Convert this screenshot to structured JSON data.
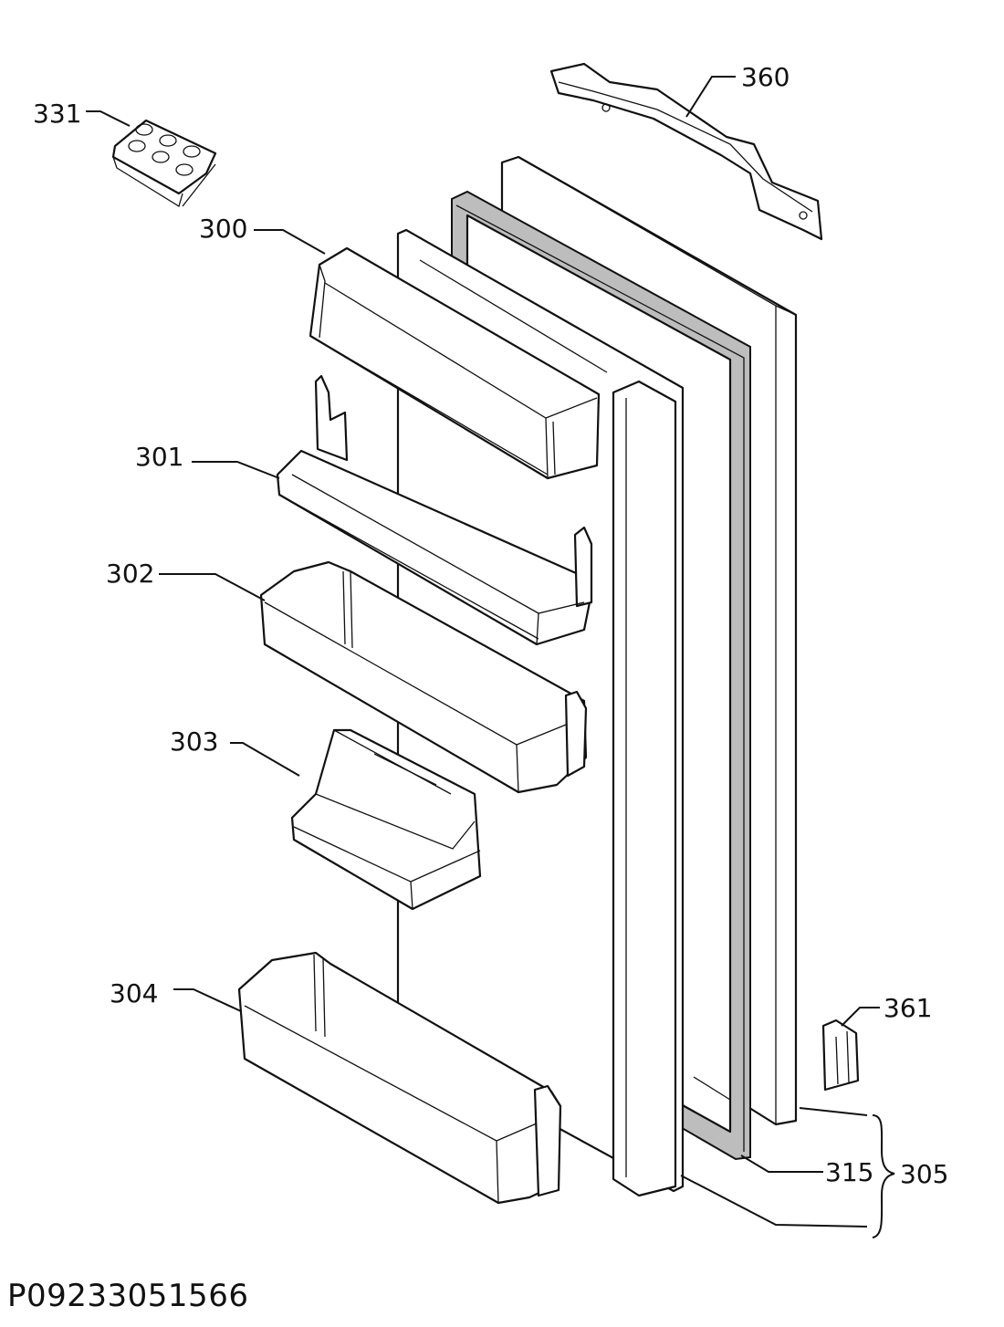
{
  "labels": {
    "p331": "331",
    "p360": "360",
    "p300": "300",
    "p301": "301",
    "p302": "302",
    "p303": "303",
    "p304": "304",
    "p361": "361",
    "p315": "315",
    "p305": "305"
  },
  "drawing_code": "P09233051566"
}
